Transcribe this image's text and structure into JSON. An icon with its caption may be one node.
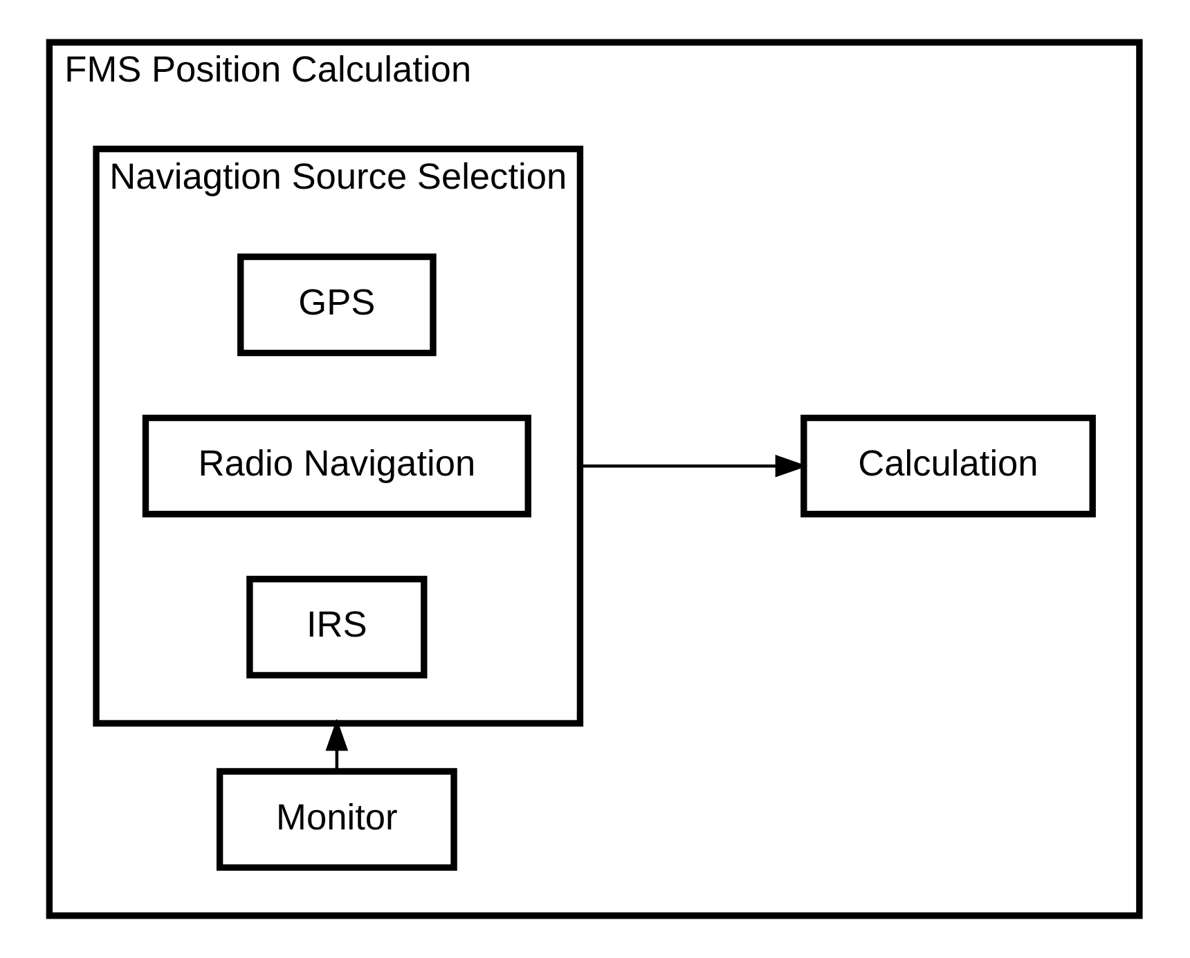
{
  "diagram": {
    "nodes": [
      {
        "text": [
          "FMS Position Calculation"
        ]
      },
      {
        "text": [
          "Naviagtion Source Selection"
        ],
        "in": 0
      },
      {
        "text": [
          "GPS"
        ],
        "in": 1
      },
      {
        "text": [
          "Radio Navigation"
        ],
        "in": 1
      },
      {
        "text": [
          "IRS"
        ],
        "in": 1
      },
      {
        "text": [
          "Calculation"
        ],
        "in": 0
      },
      {
        "text": [
          "Monitor"
        ],
        "in": 0
      }
    ],
    "edges": [
      {
        "from": 1,
        "to": 5,
        "arrow": "to"
      },
      {
        "from": 6,
        "to": 1,
        "arrow": "to"
      }
    ]
  }
}
